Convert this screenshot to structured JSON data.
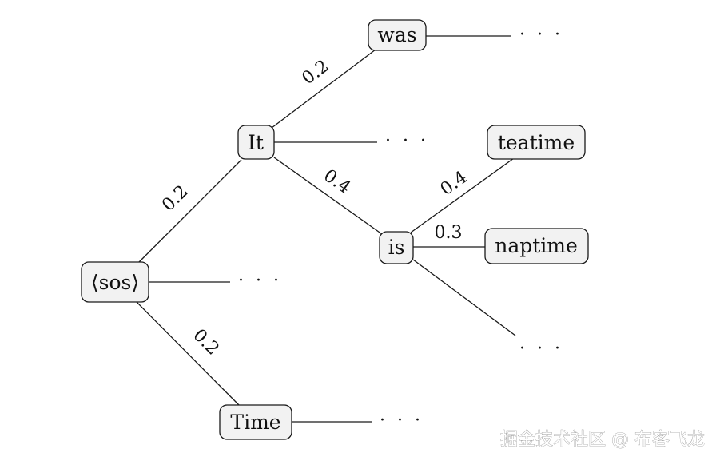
{
  "diagram": {
    "nodes": [
      {
        "id": "sos",
        "label": "⟨sos⟩"
      },
      {
        "id": "it",
        "label": "It"
      },
      {
        "id": "time",
        "label": "Time"
      },
      {
        "id": "was",
        "label": "was"
      },
      {
        "id": "is",
        "label": "is"
      },
      {
        "id": "teatime",
        "label": "teatime"
      },
      {
        "id": "naptime",
        "label": "naptime"
      }
    ],
    "edges": [
      {
        "from": "sos",
        "to": "it",
        "label": "0.2"
      },
      {
        "from": "sos",
        "to": "time",
        "label": "0.2"
      },
      {
        "from": "it",
        "to": "was",
        "label": "0.2"
      },
      {
        "from": "it",
        "to": "is",
        "label": "0.4"
      },
      {
        "from": "is",
        "to": "teatime",
        "label": "0.4"
      },
      {
        "from": "is",
        "to": "naptime",
        "label": "0.3"
      }
    ],
    "ellipsis": "· · ·"
  },
  "watermark": "掘金技术社区 @ 布客飞龙"
}
